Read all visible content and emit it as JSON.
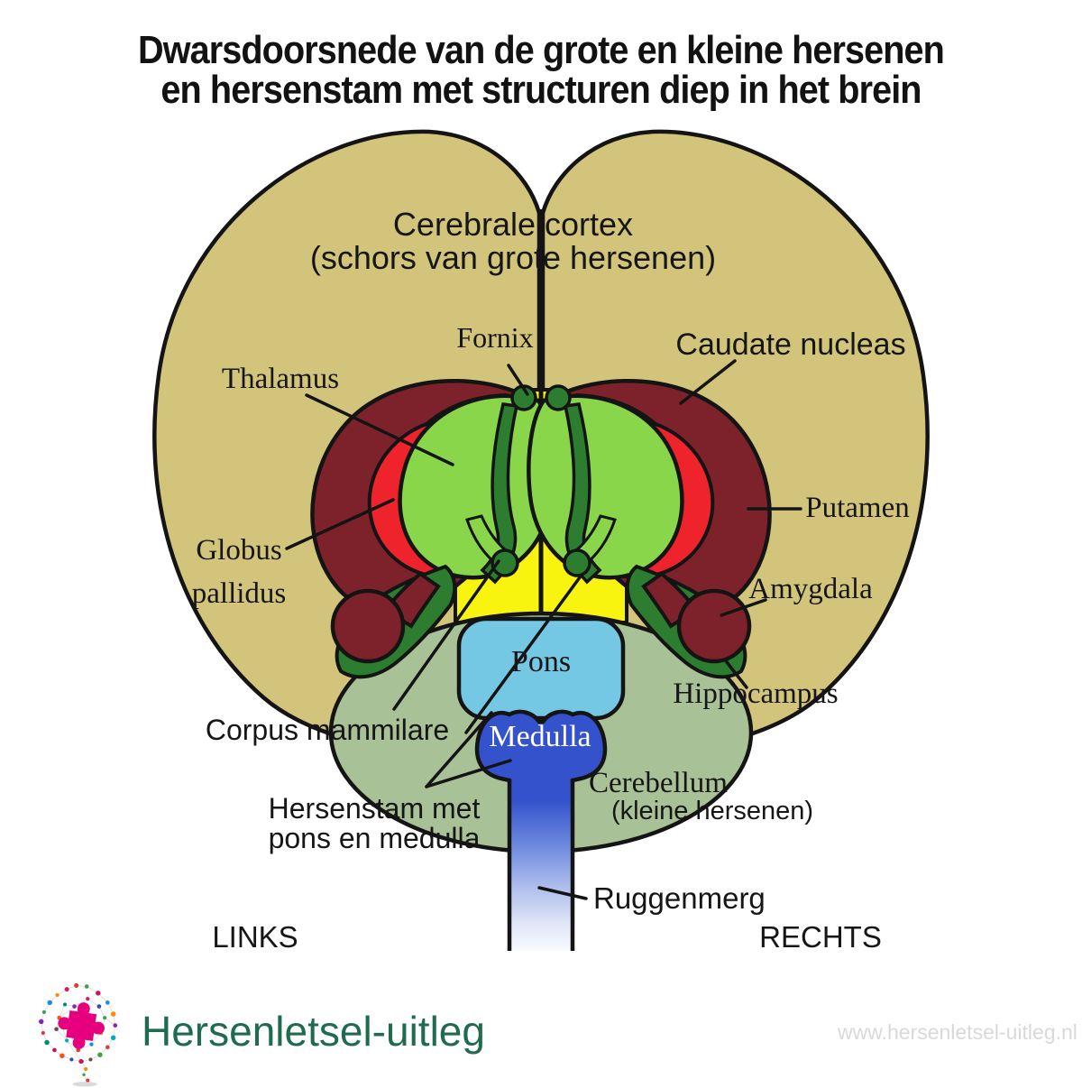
{
  "title": {
    "line1": "Dwarsdoorsnede van de grote en kleine hersenen",
    "line2": "en hersenstam met structuren diep in het brein"
  },
  "diagram": {
    "labels": {
      "cerebrale_cortex": {
        "line1": "Cerebrale cortex",
        "line2": "(schors van grote hersenen)"
      },
      "fornix": "Fornix",
      "caudate": "Caudate nucleas",
      "thalamus": "Thalamus",
      "putamen": "Putamen",
      "globus": {
        "line1": "Globus",
        "line2": "pallidus"
      },
      "amygdala": "Amygdala",
      "pons": "Pons",
      "hippocampus": "Hippocampus",
      "corpus_mammilare": "Corpus mammilare",
      "medulla": "Medulla",
      "cerebellum": {
        "line1": "Cerebellum",
        "line2": "(kleine hersenen)"
      },
      "hersenstam": {
        "line1": "Hersenstam met",
        "line2": "pons en medulla"
      },
      "ruggenmerg": "Ruggenmerg",
      "links": "LINKS",
      "rechts": "RECHTS"
    }
  },
  "footer": {
    "brand": "Hersenletsel-uitleg",
    "url": "www.hersenletsel-uitleg.nl"
  },
  "colors": {
    "cortex": "#d2c47a",
    "nuclei_red": "#7d222a",
    "globus_red": "#ee232b",
    "thalamus_green": "#89d64a",
    "deep_green": "#2c7d2f",
    "hypothalamus_yellow": "#f8f410",
    "pons_blue": "#74c8e4",
    "medulla_blue": "#3352cb",
    "cerebellum_green": "#a8c196",
    "outline": "#141414",
    "brand_green": "#1f6b4d",
    "logo_pink": "#e6007e",
    "url_gray": "#d9d9d9"
  }
}
